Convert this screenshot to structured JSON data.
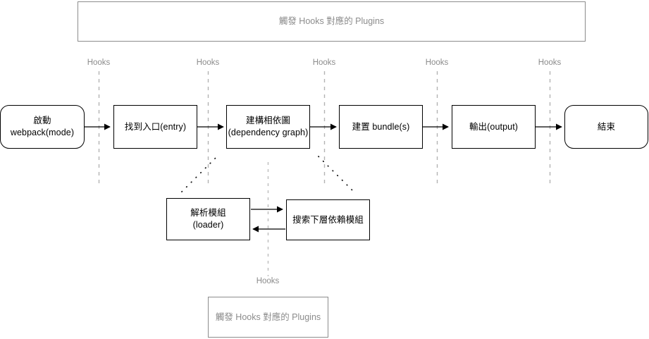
{
  "diagram": {
    "title_banner_top": "觸發 Hooks 對應的 Plugins",
    "title_banner_bottom": "觸發 Hooks 對應的 Plugins",
    "colors": {
      "node_border": "#000000",
      "node_text": "#000000",
      "banner_border": "#8c8c8c",
      "banner_text": "#8c8c8c",
      "hook_label": "#8c8c8c",
      "dashed_line": "#b3b3b3",
      "arrow": "#000000",
      "background": "#ffffff"
    },
    "main_flow": [
      {
        "id": "start",
        "label": "啟動 webpack(mode)",
        "shape": "rounded-rect"
      },
      {
        "id": "entry",
        "label": "找到入口(entry)",
        "shape": "rect"
      },
      {
        "id": "depgraph",
        "label": "建構相依圖\n(dependency graph)",
        "shape": "rect"
      },
      {
        "id": "bundle",
        "label": "建置 bundle(s)",
        "shape": "rect"
      },
      {
        "id": "output",
        "label": "輸出(output)",
        "shape": "rect"
      },
      {
        "id": "end",
        "label": "結束",
        "shape": "rounded-rect"
      }
    ],
    "sub_flow": [
      {
        "id": "loader",
        "label": "解析模組\n(loader)",
        "shape": "rect"
      },
      {
        "id": "deepsearch",
        "label": "搜索下層依賴模組",
        "shape": "rect"
      }
    ],
    "hook_labels_top": [
      "Hooks",
      "Hooks",
      "Hooks",
      "Hooks",
      "Hooks"
    ],
    "hook_label_bottom": "Hooks"
  }
}
